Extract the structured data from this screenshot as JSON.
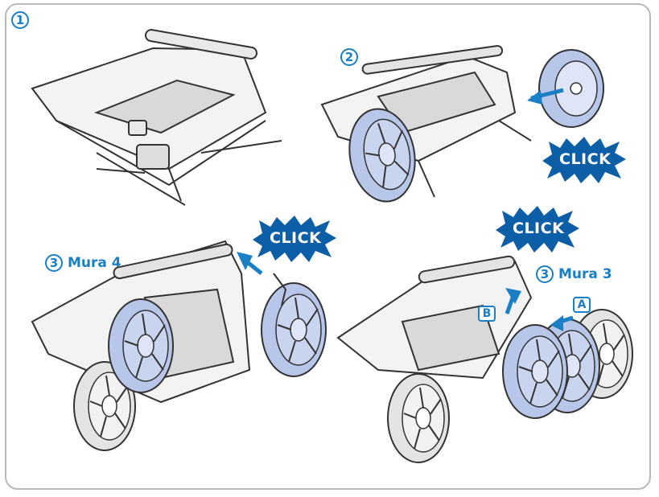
{
  "steps": [
    {
      "number": "1"
    },
    {
      "number": "2"
    },
    {
      "number": "3",
      "label": "Mura 4"
    },
    {
      "number": "3",
      "label": "Mura 3"
    }
  ],
  "click_text": "CLICK",
  "parts": {
    "a": "A",
    "b": "B"
  },
  "colors": {
    "accent": "#1a7fc4",
    "wheel_fill": "#b8c6ea",
    "frame_gray": "#e4e4e4",
    "outline": "#333333"
  }
}
